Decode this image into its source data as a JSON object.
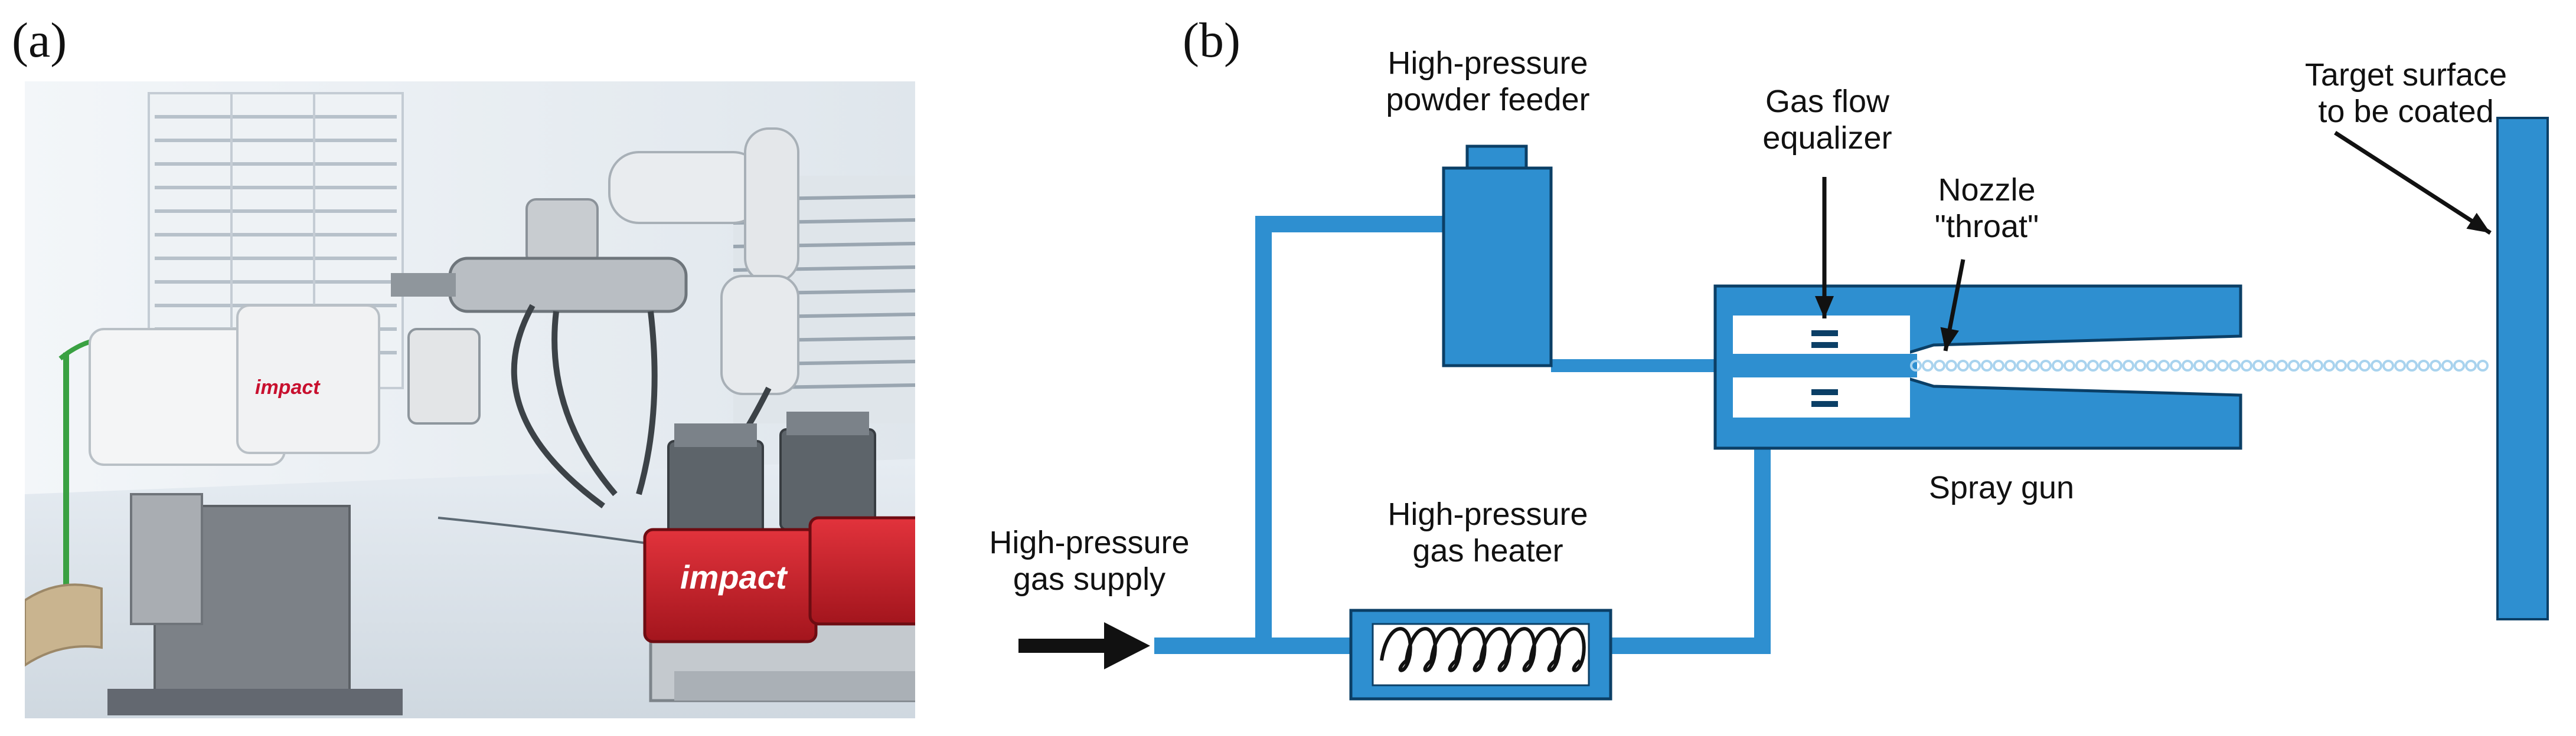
{
  "panels": {
    "a": {
      "label": "(a)",
      "photo_brand": "impact"
    },
    "b": {
      "label": "(b)"
    }
  },
  "diagram": {
    "labels": {
      "powder_feeder": [
        "High-pressure",
        "powder feeder"
      ],
      "gas_flow_equalizer": [
        "Gas flow",
        "equalizer"
      ],
      "nozzle_throat": [
        "Nozzle",
        "\"throat\""
      ],
      "target_surface": [
        "Target surface",
        "to be coated"
      ],
      "gas_supply": [
        "High-pressure",
        "gas supply"
      ],
      "gas_heater": [
        "High-pressure",
        "gas heater"
      ],
      "spray_gun": "Spray gun"
    },
    "colors": {
      "component_fill": "#2e8fd0",
      "component_stroke": "#0b3f66",
      "pipe": "#2e8fd0",
      "spray_particles": "#a9d3ee"
    }
  }
}
